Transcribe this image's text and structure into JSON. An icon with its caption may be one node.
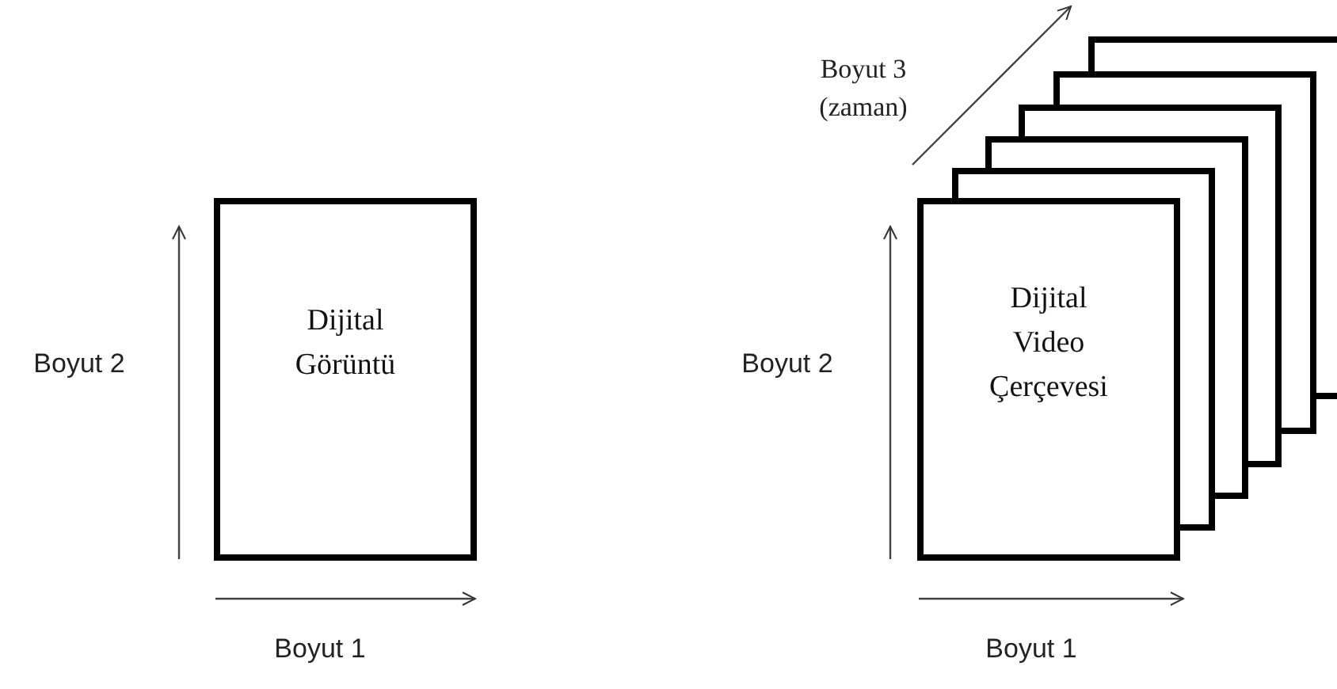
{
  "diagram": {
    "nodes": [
      {
        "text": [
          "Dijital Görüntü"
        ]
      },
      {
        "text": [],
        "shape": "box"
      },
      {
        "text": [],
        "shape": "box"
      },
      {
        "text": [],
        "shape": "box"
      },
      {
        "text": [],
        "shape": "box"
      },
      {
        "text": [],
        "shape": "box"
      },
      {
        "text": [
          "Dijital Video Çerçevesi"
        ]
      }
    ],
    "labels": [
      "Boyut 3 (zaman)",
      "Boyut 2",
      "Boyut 2",
      "Boyut 1",
      "Boyut 1"
    ]
  }
}
